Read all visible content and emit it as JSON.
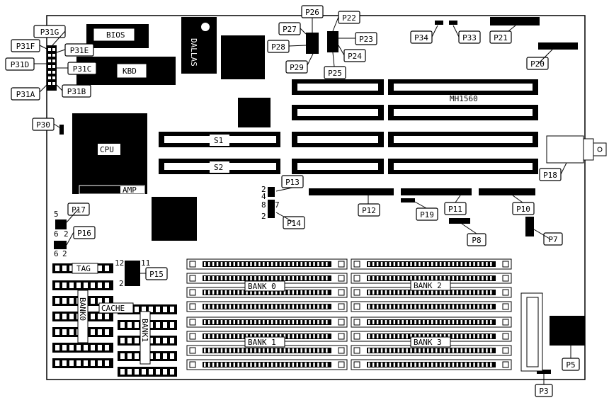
{
  "board": {
    "model_label": "MH1560",
    "chips": {
      "bios": "BIOS",
      "kbd": "KBD",
      "cpu": "CPU",
      "amp": "AMP",
      "dallas": "DALLAS",
      "tag": "TAG",
      "cache": "CACHE",
      "bank0_vertical": "BANK0",
      "bank1_vertical": "BANK1"
    },
    "slots": {
      "s1": "S1",
      "s2": "S2"
    },
    "memory_banks": [
      "BANK 0",
      "BANK 1",
      "BANK 2",
      "BANK 3"
    ],
    "jumpers": {
      "p3": "P3",
      "p5": "P5",
      "p7": "P7",
      "p8": "P8",
      "p10": "P10",
      "p11": "P11",
      "p12": "P12",
      "p13": "P13",
      "p14": "P14",
      "p15": "P15",
      "p16": "P16",
      "p17": "P17",
      "p18": "P18",
      "p19": "P19",
      "p20": "P20",
      "p21": "P21",
      "p22": "P22",
      "p23": "P23",
      "p24": "P24",
      "p25": "P25",
      "p26": "P26",
      "p27": "P27",
      "p28": "P28",
      "p29": "P29",
      "p30": "P30",
      "p31a": "P31A",
      "p31b": "P31B",
      "p31c": "P31C",
      "p31d": "P31D",
      "p31e": "P31E",
      "p31f": "P31F",
      "p31g": "P31G",
      "p33": "P33",
      "p34": "P34"
    },
    "pin_numbers": {
      "p13_top": "2",
      "p13_mid": "4",
      "p14_top": "8",
      "p14_top_r": "7",
      "p14_bottom": "2",
      "p15_top_l": "12",
      "p15_top_r": "11",
      "p15_bottom": "2",
      "p17_top": "5",
      "p17_bottom": "6",
      "p17_bottom_r": "2",
      "p16_bottom": "6",
      "p16_bottom_r": "2"
    }
  }
}
